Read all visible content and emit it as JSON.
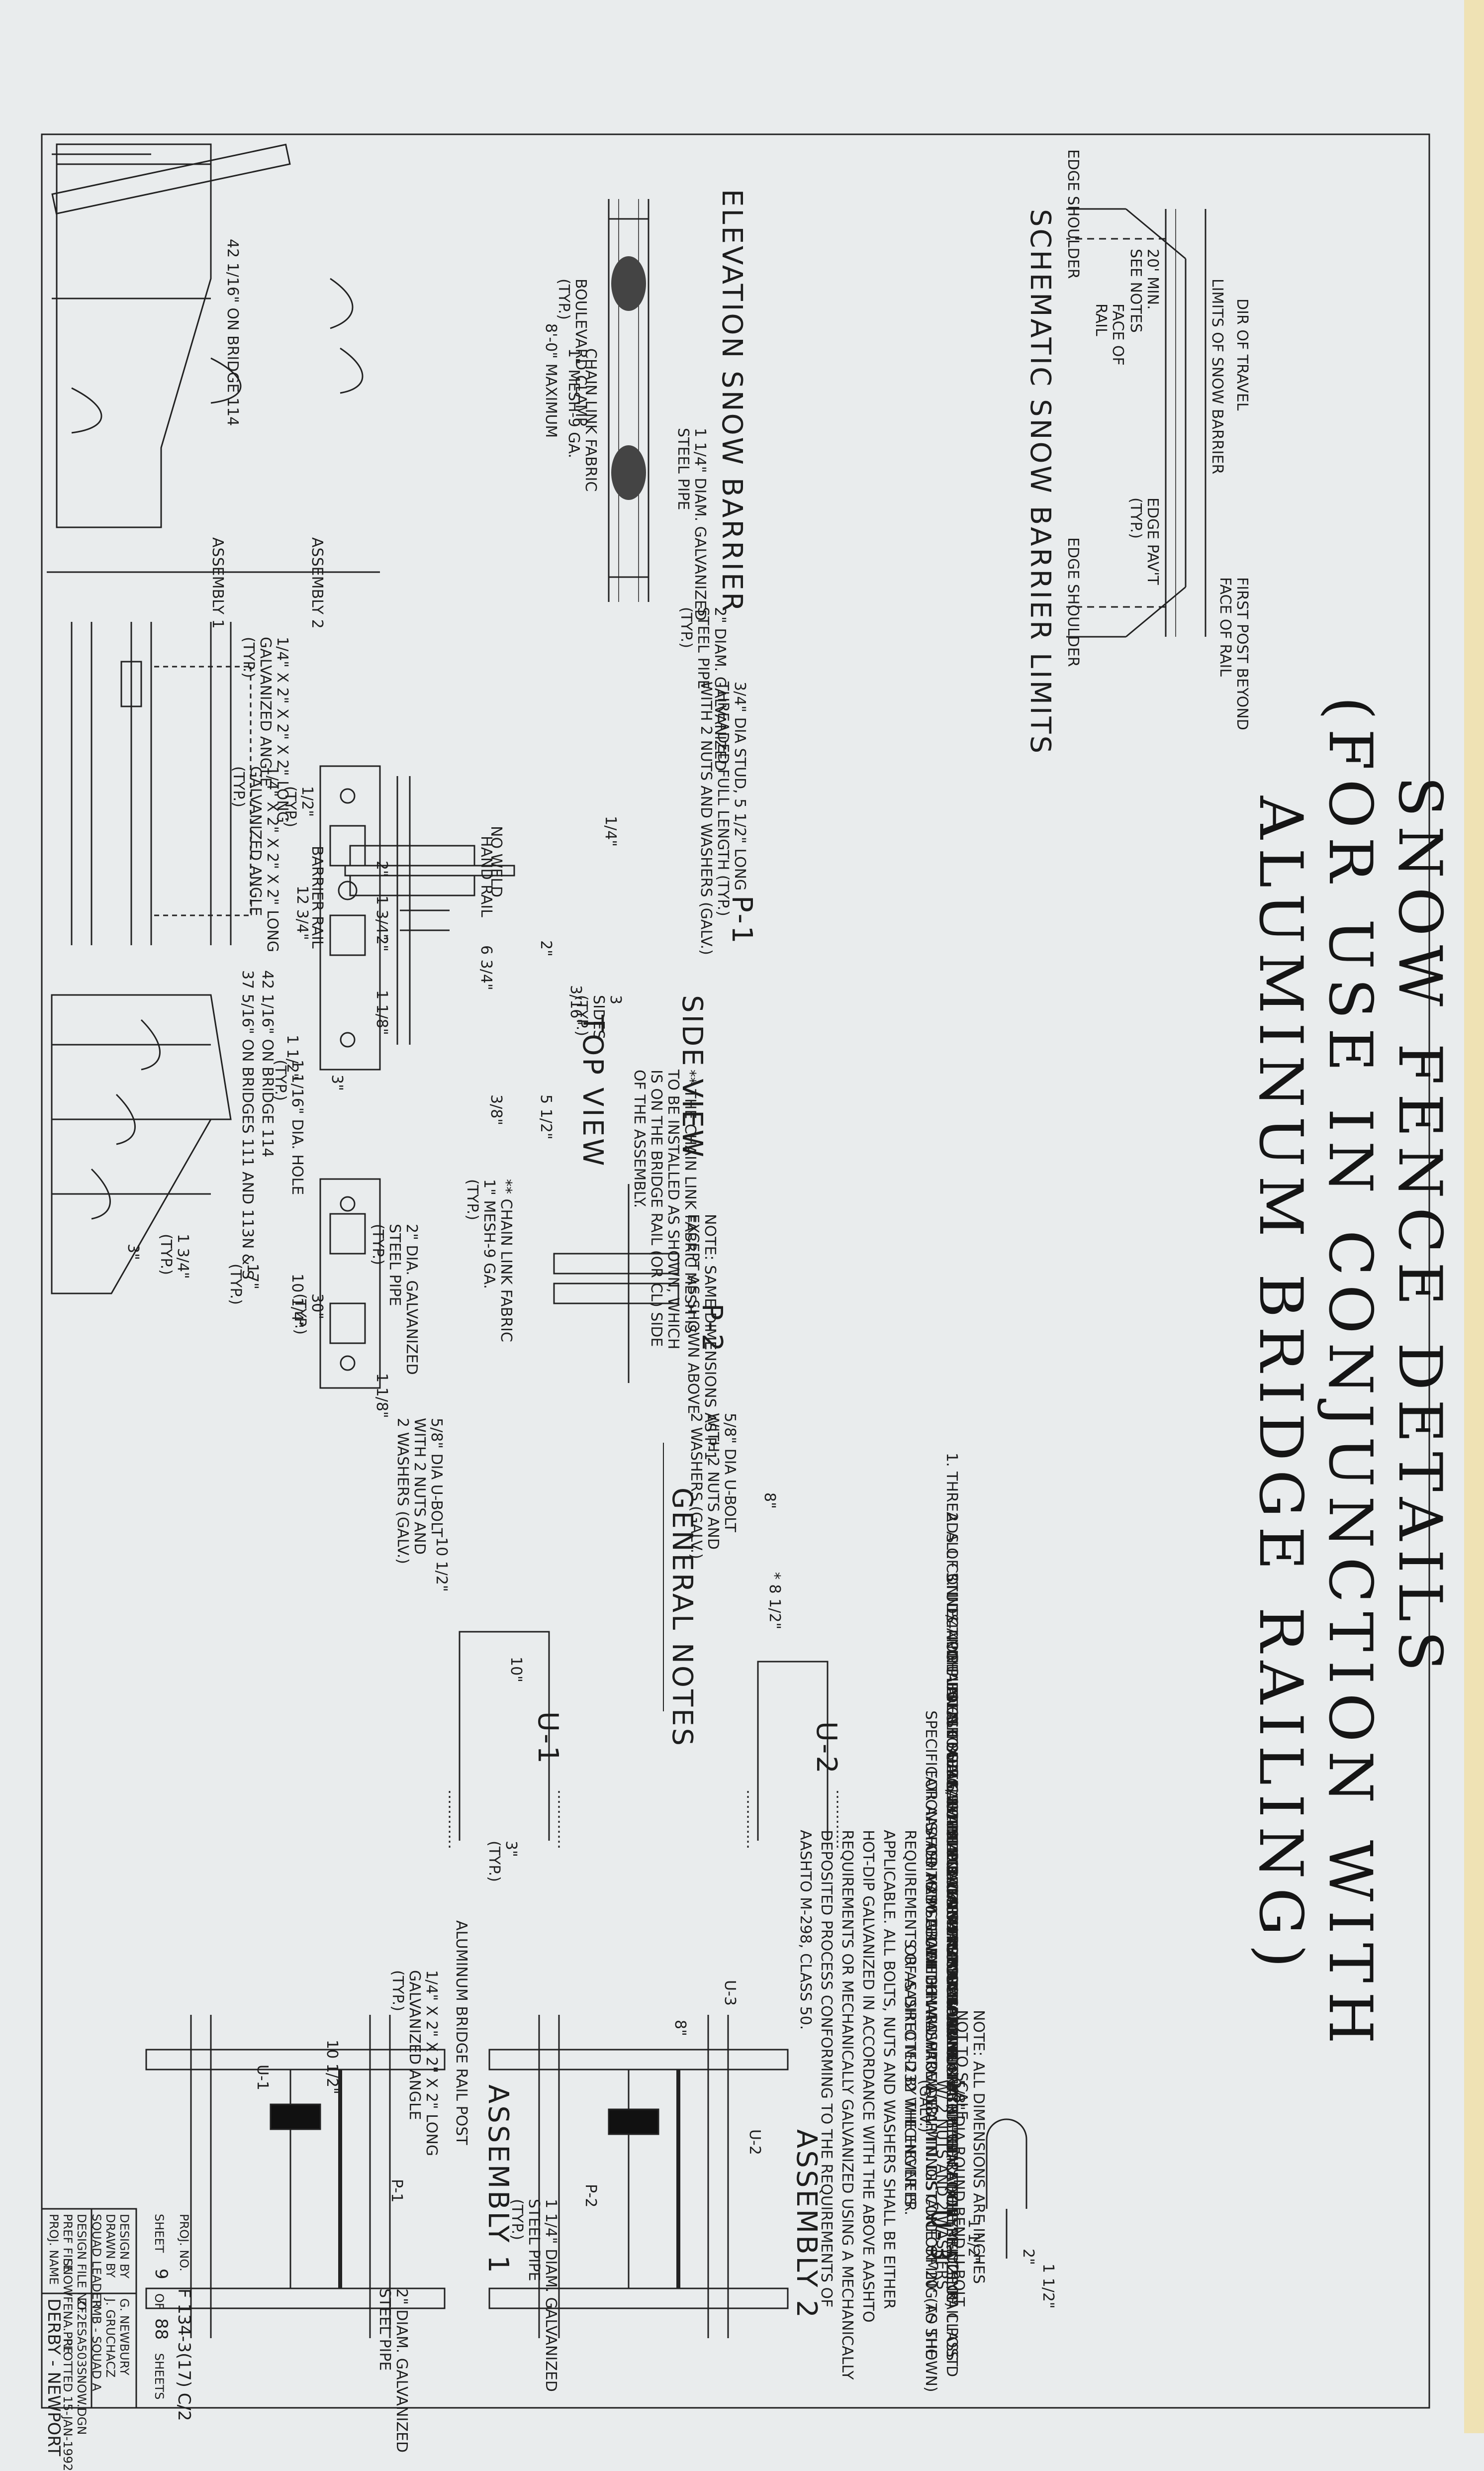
{
  "title": {
    "line1": "SNOW FENCE DETAILS",
    "line2": "(FOR USE IN CONJUNCTION WITH",
    "line3": "ALUMINUM BRIDGE RAILING)"
  },
  "schematic": {
    "heading": "SCHEMATIC SNOW BARRIER LIMITS",
    "dir_of_travel": "DIR OF TRAVEL",
    "limits": "LIMITS OF SNOW BARRIER",
    "first_post": "FIRST POST BEYOND\nFACE OF RAIL",
    "min_note": "20' MIN.\nSEE NOTES",
    "face_of_rail": "FACE OF\nRAIL",
    "edge_paymt": "EDGE PAV'T\n(TYP.)",
    "edge_shoulder_left": "EDGE SHOULDER",
    "edge_shoulder_right": "EDGE SHOULDER"
  },
  "elevation": {
    "heading": "ELEVATION SNOW BARRIER",
    "max": "8'-0\" MAXIMUM",
    "boulevard": "BOULEVARD CLAMP\n(TYP.)",
    "chain_link": "CHAIN LINK FABRIC\n1\" MESH-9 GA.",
    "pipe_125": "1 1/4\" DIAM. GALVANIZED\nSTEEL PIPE",
    "pipe_2": "2\" DIAM. GALVANIZED\nSTEEL PIPE\n(TYP.)",
    "angle": "1/4\" X 2\" X 2\" X 2\" LONG\nGALVANIZED ANGLE\n(TYP.)"
  },
  "bridge_section": {
    "dim_top": "42 1/16\" ON BRIDGE 114",
    "assembly_1": "ASSEMBLY 1",
    "assembly_2": "ASSEMBLY 2",
    "hand_rail": "HAND RAIL",
    "barrier_rail": "BARRIER RAIL",
    "dim_mid_1": "42 1/16\" ON BRIDGE 114",
    "dim_mid_2": "37 5/16\" ON BRIDGES 111 AND 113N & S",
    "chain_link_star": "** CHAIN LINK FABRIC\n1\" MESH-9 GA.\n(TYP.)",
    "steel_pipe": "2\" DIA. GALVANIZED\nSTEEL PIPE\n(TYP.)",
    "d_3": "3\"",
    "d_134": "1 3/4\"\n(TYP.)",
    "d_17": "17\"\n(TYP.)",
    "d_30": "30\"\n(TYP.)"
  },
  "plate_p1": {
    "top_view": "TOP VIEW",
    "side_view": "SIDE VIEW",
    "label": "P-1",
    "stud": "3/4\" DIA STUD, 5 1/2\" LONG\nTHREADED FULL LENGTH (TYP.)\nWITH 2 NUTS AND WASHERS (GALV.)",
    "angle": "1/4\" X 2\" X 2\" X 2\" LONG\nGALVANIZED ANGLE\n(TYP.)",
    "no_weld": "NO WELD",
    "hole": "1 1/16\" DIA. HOLE\n(TYP.)",
    "dims": [
      "1/2\"\n(TYP.)",
      "12 3/4\"",
      "2\"",
      "1 3/4\"",
      "2\"",
      "1 1/8\"",
      "1 1/2\"",
      "3\"",
      "6 3/4\"",
      "2\"",
      "5 1/2\"",
      "3/8\"",
      "1/4\"",
      "3/16\"",
      "3\nSIDES\n(TYP.)"
    ],
    "star_note": "** THE CHAIN LINK FABRIC MESH IS\nTO BE INSTALLED AS SHOWN, WHICH\nIS ON THE BRIDGE RAIL (OR CL) SIDE\nOF THE ASSEMBLY."
  },
  "plate_p2": {
    "label": "P-2",
    "note": "NOTE: SAME DIMENSIONS AS P-1\nEXCEPT AS SHOWN ABOVE",
    "d_1014": "10 1/4\"",
    "d_118": "1 1/8\""
  },
  "ubolts": {
    "u1_label": "U-1",
    "u2_label": "U-2",
    "u3_label": "U-3",
    "u1_desc": "5/8\" DIA U-BOLT\nWITH 2 NUTS AND\n2 WASHERS (GALV.)",
    "u2_desc": "5/8\" DIA U-BOLT\nWITH 2 NUTS AND\n2 WASHERS (GALV.)",
    "u1_w": "10 1/2\"",
    "u1_h": "10\"",
    "u2_w": "8\"",
    "u2_h": "* 8 1/2\"",
    "u_thread": "3\"\n(TYP.)",
    "u3_desc": "5/8\" DIA ROUND BEND U-BOLT\nW/ 2 NUTS AND 2 WASHERS\n(GALV.)",
    "u3_d1": "2\"",
    "u3_d2": "1 1/2\"",
    "u3_d3": "1 1/2\""
  },
  "assemblies": {
    "angle": "1/4\" X 2\" X 2\" X 2\" LONG\nGALVANIZED ANGLE\n(TYP.)",
    "rail_post": "ALUMINUM BRIDGE RAIL POST",
    "a1": "ASSEMBLY 1",
    "a2": "ASSEMBLY 2",
    "w1": "10 1/2\"",
    "w2": "8\"",
    "pipe2": "2\" DIAM. GALVANIZED\nSTEEL PIPE",
    "pipe125": "1 1/4\" DIAM. GALVANIZED\nSTEEL PIPE\n(TYP.)",
    "p1": "P-1",
    "p2": "P-2",
    "u1": "U-1",
    "u2": "U-2",
    "u3": "U-3",
    "dim_note": "NOTE: ALL DIMENSIONS ARE INCHES\nNOT TO SCALE"
  },
  "general_notes": {
    "heading": "GENERAL NOTES",
    "items": [
      "1. THREADS OF STUDS AND U-BOLTS TO BE 5/8-11 UNC.",
      "2. ALL CONNECTION PLATES TO BE GALVANIZED AFTER FABRICATION.",
      "3. 1 1/4\" PIPE LENGTH SHALL BE FIELD CUT TO FIT POST SPACING.",
      "4. CHAIN LINK FABRIC TO BE KNUCKLED TOP AND BOTTOM.",
      "5. ALL BOLTS, NUTS AND WASHERS SHALL CONFORM TO THE\n    SPECIFICATIONS FOR ASTM A307.",
      "6. ALL STEEL PLATES SHALL CONFORM TO THE SPECIFICATION\n    FOR AASHTO M270 GRADE 36.",
      "7. ALL GALVANIZING SHALL CONFORM TO THE REQUIREMENTS OF\n    AASHTO M-111 WITH HARDWARE AND FITTINGS CONFORMING TO THE\n    REQUIREMENTS OF AASHTO M-232 WHICHEVER IS\n    APPLICABLE. ALL BOLTS, NUTS AND WASHERS SHALL BE EITHER\n    HOT-DIP GALVANIZED IN ACCORDANCE WITH THE ABOVE AASHTO\n    REQUIREMENTS OR MECHANICALLY GALVANIZED USING A MECHANICALLY\n    DEPOSITED PROCESS CONFORMING TO THE REQUIREMENTS OF\n    AASHTO M-298, CLASS 50.",
      "8. GALVANIZED CHAIN-LINK FABRIC SHALL BE TYPE I (ZINC) CLASS D\n    AS SPECIFIED IN AASHTO M-181.",
      "9. SNOW BARRIER SHALL BEGIN AT THE BRIDGE RAIL POST\n    WHICH WILL PROVIDE A MIN. DISTANCE OF 20' (AS SHOWN)\n    OR AS DIRECTED BY THE ENGINEER."
    ]
  },
  "title_block": {
    "design_by_label": "DESIGN BY",
    "design_by": "G. NEWBURY",
    "drawn_by_label": "DRAWN BY",
    "drawn_by": "J. GRUCHACZ",
    "squad_leader_label": "SQUAD LEADER",
    "squad_leader": "TMB - SQUAD A",
    "design_file_label": "DESIGN FILE NO.",
    "design_file": "ZF2ESA503SNOW.DGN",
    "pref_file_label": "PREF FILE",
    "pref_file": "SNOWFENA.PRF",
    "plot_date": "PLOTTED 15-JAN-1992",
    "proj_name_label": "PROJ. NAME",
    "proj_name": "DERBY - NEWPORT",
    "proj_no_label": "PROJ. NO.",
    "proj_no": "F 134-3(17) C/2",
    "sheet_label": "SHEET",
    "sheet": "9",
    "of_label": "OF",
    "of": "88",
    "sheets_label": "SHEETS"
  }
}
